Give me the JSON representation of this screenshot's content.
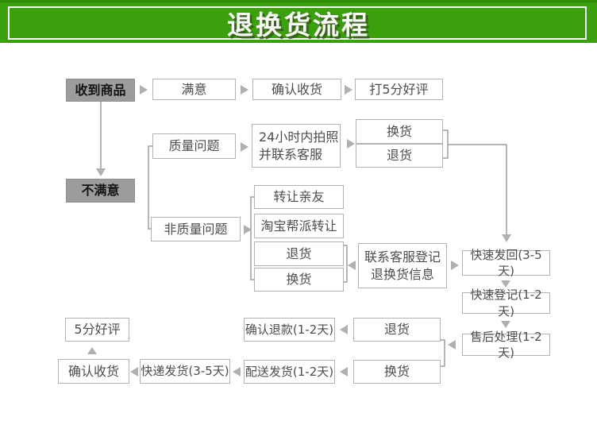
{
  "header": {
    "title": "退换货流程"
  },
  "colors": {
    "header_green": "#3aa00b",
    "header_green_dark": "#2e8b06",
    "title_text": "#f8f8f8",
    "box_border": "#b3b3b3",
    "box_text": "#4d4d4d",
    "filled_box_bg": "#9c9c9c",
    "filled_box_text": "#141414",
    "connector_line": "#9e9e9e",
    "connector_arrow": "#b0b0b0"
  },
  "icons": {
    "arrow_right": "▶",
    "arrow_left": "◀",
    "arrow_down": "▼",
    "arrow_up": "▲"
  },
  "nodes": {
    "received": {
      "label": "收到商品"
    },
    "satisfied": {
      "label": "满意"
    },
    "confirm_receipt_top": {
      "label": "确认收货"
    },
    "five_star_top": {
      "label": "打5分好评"
    },
    "unsatisfied": {
      "label": "不满意"
    },
    "quality": {
      "label": "质量问题"
    },
    "photo": {
      "line1": "24小时内拍照",
      "line2": "并联系客服"
    },
    "exchange_a": {
      "label": "换货"
    },
    "return_a": {
      "label": "退货"
    },
    "non_quality": {
      "label": "非质量问题"
    },
    "transfer": {
      "label": "转让亲友"
    },
    "taobao": {
      "label": "淘宝帮派转让"
    },
    "return_b": {
      "label": "退货"
    },
    "exchange_b": {
      "label": "换货"
    },
    "contact": {
      "line1": "联系客服登记",
      "line2": "退换货信息"
    },
    "fast_return": {
      "label": "快速发回(3-5天)"
    },
    "fast_register": {
      "label": "快速登记(1-2天)"
    },
    "aftersales": {
      "label": "售后处理(1-2天)"
    },
    "five_star_bottom": {
      "label": "5分好评"
    },
    "refund": {
      "label": "确认退款(1-2天)"
    },
    "return_c": {
      "label": "退货"
    },
    "confirm_receipt_bottom": {
      "label": "确认收货"
    },
    "express": {
      "label": "快递发货(3-5天)"
    },
    "delivery": {
      "label": "配送发货(1-2天)"
    },
    "exchange_c": {
      "label": "换货"
    }
  }
}
